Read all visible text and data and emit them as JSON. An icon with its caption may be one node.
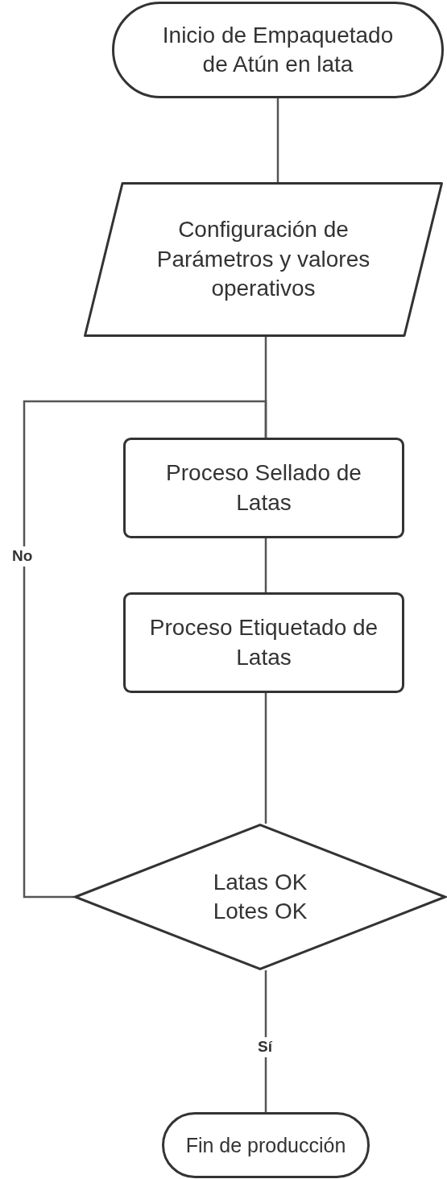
{
  "diagram": {
    "nodes": [
      {
        "text": [
          "Inicio de Empaquetado de Atún en lata"
        ]
      },
      {
        "text": [
          "Configuración de Parámetros y valores operativos"
        ]
      },
      {
        "text": [
          "Proceso Sellado de Latas"
        ]
      },
      {
        "text": [
          "Proceso Etiquetado de Latas"
        ]
      },
      {
        "text": [
          "Latas OK Lotes OK"
        ]
      },
      {
        "text": [
          "Fin de producción"
        ]
      }
    ],
    "edges": [
      {
        "from": 0,
        "to": 1,
        "arrow": "none"
      },
      {
        "from": 1,
        "to": 2,
        "arrow": "none"
      },
      {
        "from": 2,
        "to": 3,
        "arrow": "none"
      },
      {
        "from": 3,
        "to": 4,
        "arrow": "none"
      },
      {
        "from": 4,
        "to": 2,
        "arrow": "none",
        "label": "No"
      },
      {
        "from": 4,
        "to": 5,
        "arrow": "none",
        "label": "Sí"
      }
    ]
  }
}
